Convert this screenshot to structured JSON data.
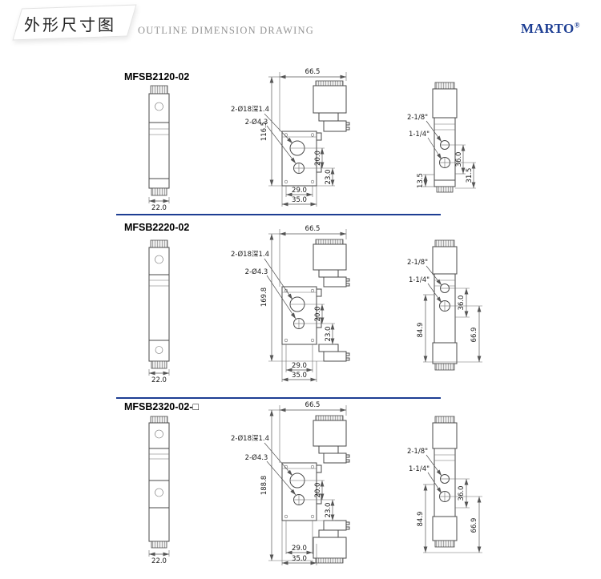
{
  "header": {
    "title_cn": "外形尺寸图",
    "title_en": "OUTLINE DIMENSION DRAWING",
    "brand": "MARTO",
    "brand_mark": "®",
    "brand_color": "#1d3e93",
    "divider_color": "#1d3e93"
  },
  "sections": [
    {
      "model": "MFSB2120-02",
      "dims": {
        "top_width": "66.5",
        "total_height": "116.5",
        "left_view_width": "22.0",
        "hole_note_1": "2-Ø18深1.4",
        "hole_note_2": "2-Ø4.3",
        "port_spacing": "20.0",
        "port_to_bottom": "23.0",
        "bottom_width_inner": "29.0",
        "bottom_width_outer": "35.0",
        "side_port_1": "2-1/8\"",
        "side_port_2": "1-1/4\"",
        "side_dim_1": "36.0",
        "side_dim_2": "31.5",
        "side_dim_3": "13.5"
      }
    },
    {
      "model": "MFSB2220-02",
      "dims": {
        "top_width": "66.5",
        "total_height": "169.8",
        "left_view_width": "22.0",
        "hole_note_1": "2-Ø18深1.4",
        "hole_note_2": "2-Ø4.3",
        "port_spacing": "20.0",
        "port_to_bottom": "23.0",
        "bottom_width_inner": "29.0",
        "bottom_width_outer": "35.0",
        "side_port_1": "2-1/8\"",
        "side_port_2": "1-1/4\"",
        "side_dim_1": "36.0",
        "side_dim_2": "66.9",
        "side_dim_3": "84.9"
      }
    },
    {
      "model": "MFSB2320-02-□",
      "dims": {
        "top_width": "66.5",
        "total_height": "188.8",
        "left_view_width": "22.0",
        "hole_note_1": "2-Ø18深1.4",
        "hole_note_2": "2-Ø4.3",
        "port_spacing": "20.0",
        "port_to_bottom": "23.0",
        "bottom_width_inner": "29.0",
        "bottom_width_outer": "35.0",
        "side_port_1": "2-1/8\"",
        "side_port_2": "1-1/4\"",
        "side_dim_1": "36.0",
        "side_dim_2": "66.9",
        "side_dim_3": "84.9"
      }
    }
  ]
}
